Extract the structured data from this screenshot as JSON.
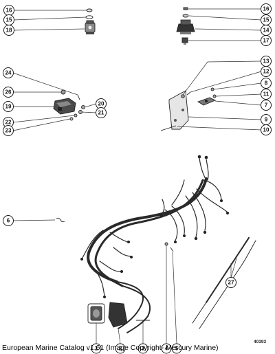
{
  "callouts": [
    {
      "id": "c-16a",
      "label": "16"
    },
    {
      "id": "c-15a",
      "label": "15"
    },
    {
      "id": "c-18",
      "label": "18"
    },
    {
      "id": "c-16b",
      "label": "16"
    },
    {
      "id": "c-15b",
      "label": "15"
    },
    {
      "id": "c-14",
      "label": "14"
    },
    {
      "id": "c-17",
      "label": "17"
    },
    {
      "id": "c-24",
      "label": "24"
    },
    {
      "id": "c-26",
      "label": "26"
    },
    {
      "id": "c-19",
      "label": "19"
    },
    {
      "id": "c-22",
      "label": "22"
    },
    {
      "id": "c-23",
      "label": "23"
    },
    {
      "id": "c-20",
      "label": "20"
    },
    {
      "id": "c-21",
      "label": "21"
    },
    {
      "id": "c-13",
      "label": "13"
    },
    {
      "id": "c-12",
      "label": "12"
    },
    {
      "id": "c-8",
      "label": "8"
    },
    {
      "id": "c-11",
      "label": "11"
    },
    {
      "id": "c-7",
      "label": "7"
    },
    {
      "id": "c-9",
      "label": "9"
    },
    {
      "id": "c-10",
      "label": "10"
    },
    {
      "id": "c-6",
      "label": "6"
    },
    {
      "id": "c-27",
      "label": "27"
    },
    {
      "id": "c-1",
      "label": "1"
    },
    {
      "id": "c-2",
      "label": "2"
    },
    {
      "id": "c-3",
      "label": "3"
    },
    {
      "id": "c-4",
      "label": "4"
    },
    {
      "id": "c-5",
      "label": "5"
    }
  ],
  "figure_number": "40393",
  "caption": "European Marine Catalog v1.61 (Image Copyright- Mercury Marine)"
}
